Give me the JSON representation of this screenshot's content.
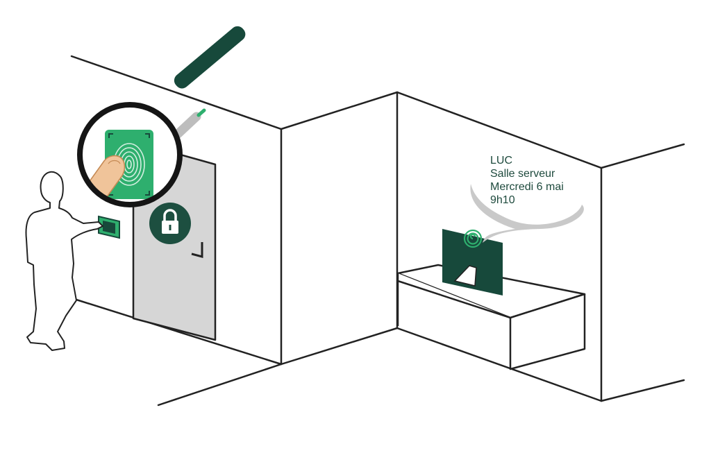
{
  "colors": {
    "dark_green": "#17493b",
    "accent_green": "#2eaf6e",
    "lock_green": "#1d4f40",
    "door_gray": "#d6d6d6",
    "line": "#222222",
    "bubble_gray": "#c9c9c9",
    "skin": "#f0c49a",
    "text_green": "#1e4a3d"
  },
  "notification": {
    "name": "LUC",
    "room": "Salle serveur",
    "date": "Mercredi 6 mai",
    "time": "9h10"
  },
  "icons": [
    "fingerprint-icon",
    "lock-icon",
    "magnifier-icon",
    "user-icon"
  ]
}
